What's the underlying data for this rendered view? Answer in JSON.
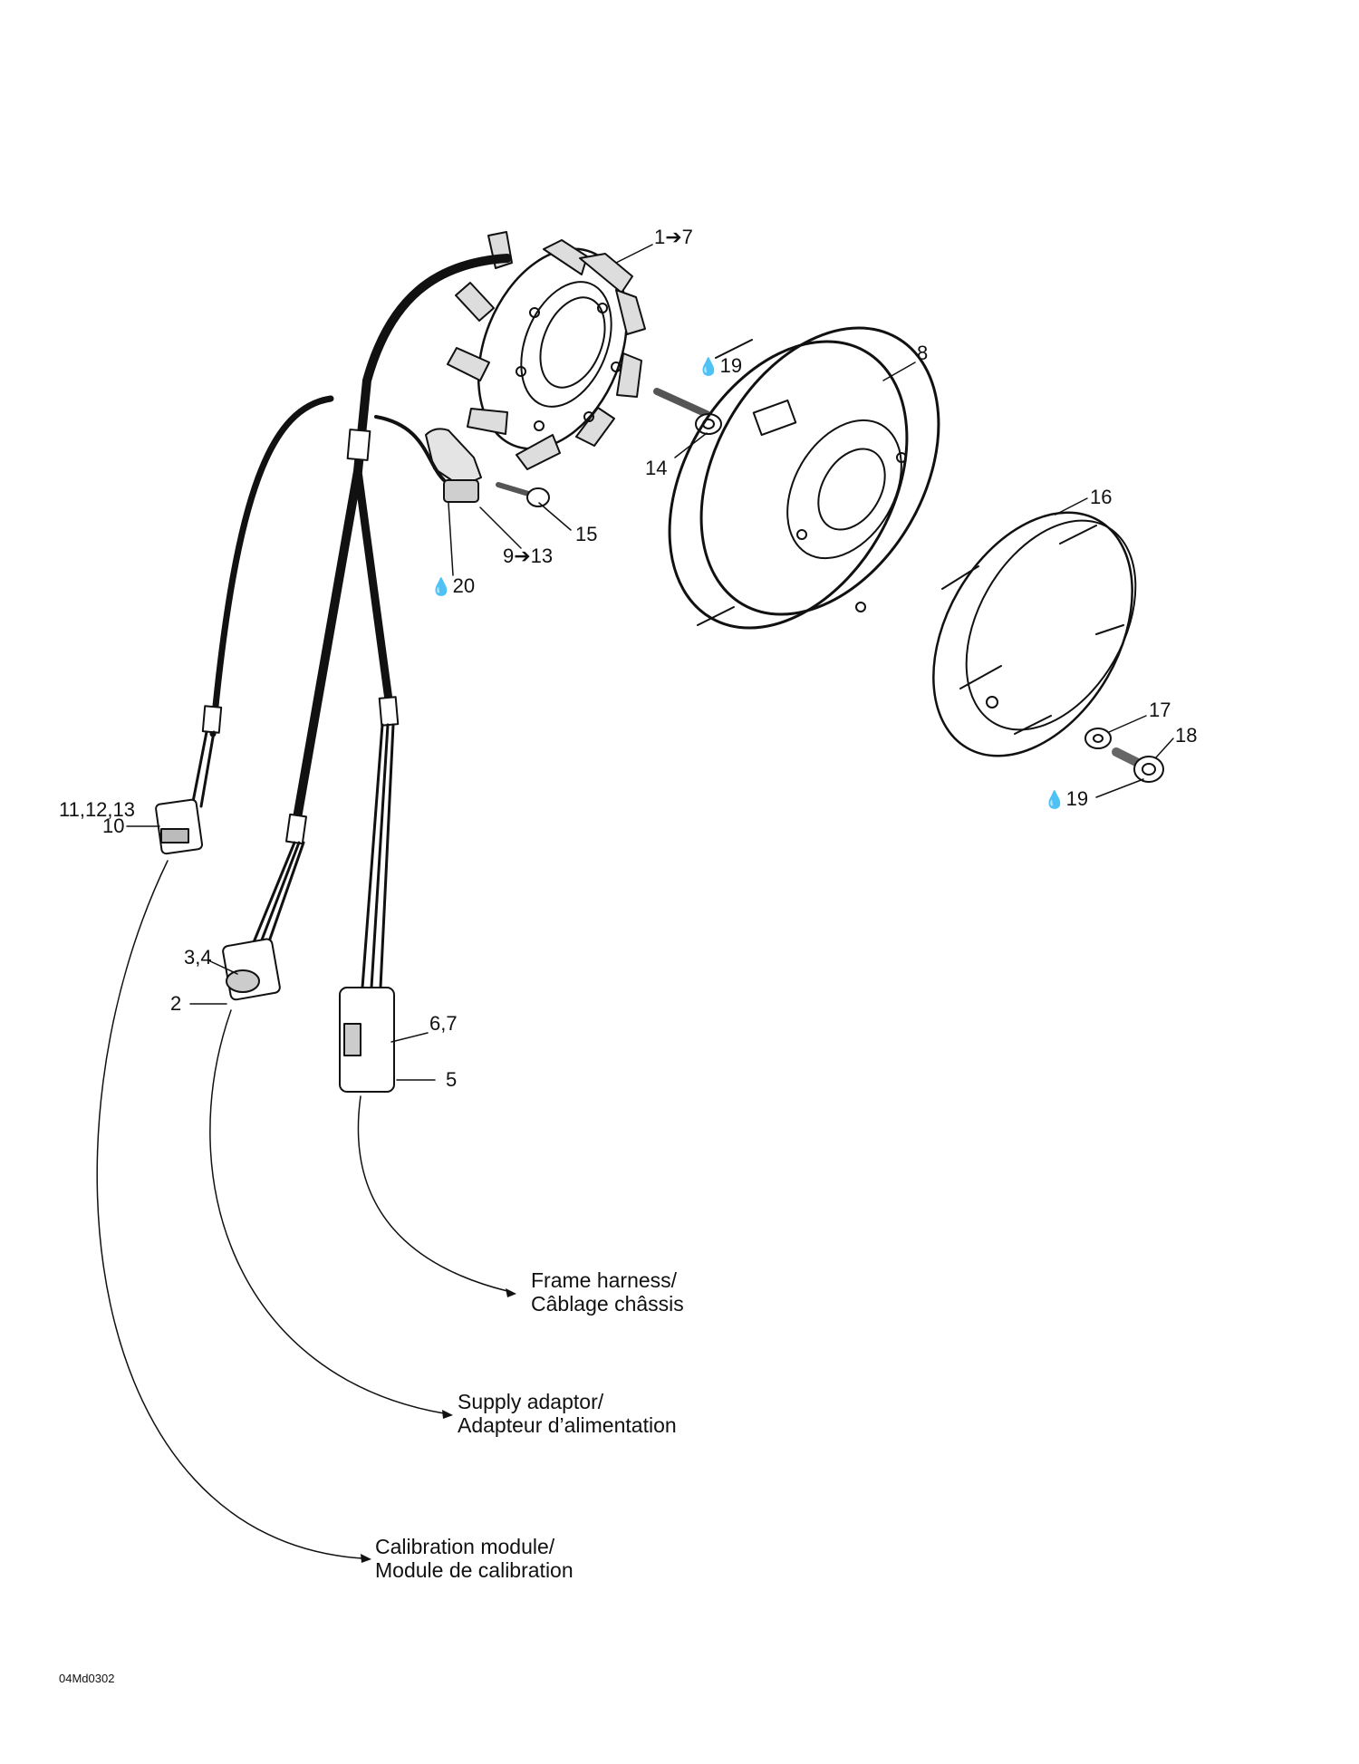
{
  "callouts": {
    "c1_7": "1➔7",
    "c8": "8",
    "c19_top": "19",
    "c14": "14",
    "c15": "15",
    "c9_13": "9➔13",
    "c20": "20",
    "c16": "16",
    "c17": "17",
    "c18": "18",
    "c19_bottom": "19",
    "c11_12_13": "11,12,13",
    "c10": "10",
    "c3_4": "3,4",
    "c2": "2",
    "c6_7": "6,7",
    "c5": "5"
  },
  "destinations": {
    "frame_harness": [
      "Frame harness/",
      "Câblage châssis"
    ],
    "supply_adaptor": [
      "Supply adaptor/",
      "Adapteur d’alimentation"
    ],
    "calibration_module": [
      "Calibration module/",
      "Module de calibration"
    ]
  },
  "figure_id": "04Md0302",
  "icons": {
    "sealant": "drop-icon"
  },
  "colors": {
    "ink": "#111111",
    "background": "#ffffff"
  }
}
